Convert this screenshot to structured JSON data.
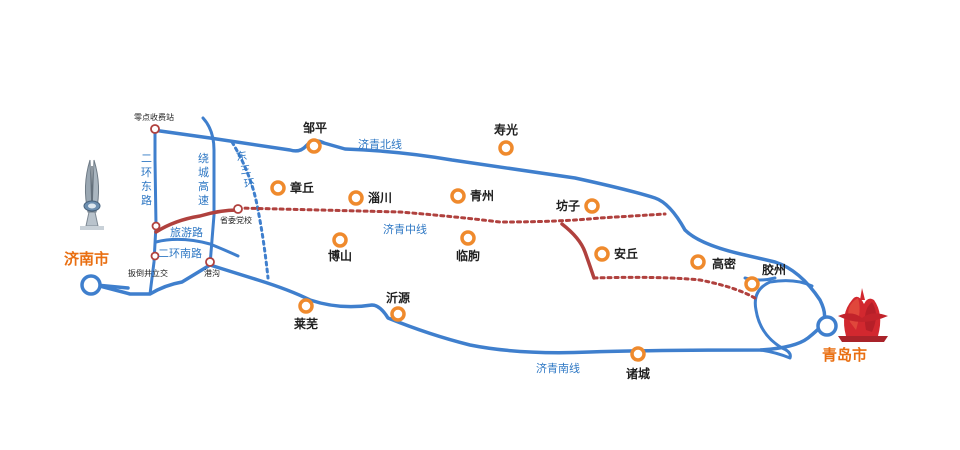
{
  "colors": {
    "highway": "#3f7fcd",
    "ring": "#3f7fcd",
    "route_dotted": "#b0413e",
    "route_solid": "#b0413e",
    "city_marker": "#ef8a2d",
    "endpoint_label": "#e96f12",
    "road_label": "#2f78c4"
  },
  "endpoints": {
    "jinan": {
      "label": "济南市",
      "icon": "quancheng-plaza-monument-icon"
    },
    "qingdao": {
      "label": "青岛市",
      "icon": "may-fourth-square-sculpture-icon"
    }
  },
  "highways": {
    "north": "济青北线",
    "middle": "济青中线",
    "south": "济青南线"
  },
  "jinan_roads": {
    "erhuan_east": [
      "二",
      "环",
      "东",
      "路"
    ],
    "raocheng": [
      "绕",
      "城",
      "高",
      "速"
    ],
    "dongsanhuan": [
      "东",
      "三",
      "环"
    ],
    "lvyou": "旅游路",
    "erhuan_south": "二环南路"
  },
  "jinan_points": {
    "lingdian": "零点收费站",
    "shengweidangxiao": "省委党校",
    "zhendao": "扳倒井立交",
    "ganggou": "港沟"
  },
  "cities": [
    {
      "id": "zouping",
      "label": "邹平"
    },
    {
      "id": "shouguang",
      "label": "寿光"
    },
    {
      "id": "zhangqiu",
      "label": "章丘"
    },
    {
      "id": "zichuan",
      "label": "淄川"
    },
    {
      "id": "qingzhou",
      "label": "青州"
    },
    {
      "id": "fangzi",
      "label": "坊子"
    },
    {
      "id": "boshan",
      "label": "博山"
    },
    {
      "id": "linqu",
      "label": "临朐"
    },
    {
      "id": "anqiu",
      "label": "安丘"
    },
    {
      "id": "gaomi",
      "label": "高密"
    },
    {
      "id": "jiaozhou",
      "label": "胶州"
    },
    {
      "id": "laiwu",
      "label": "莱芜"
    },
    {
      "id": "yiyuan",
      "label": "沂源"
    },
    {
      "id": "zhucheng",
      "label": "诸城"
    }
  ]
}
